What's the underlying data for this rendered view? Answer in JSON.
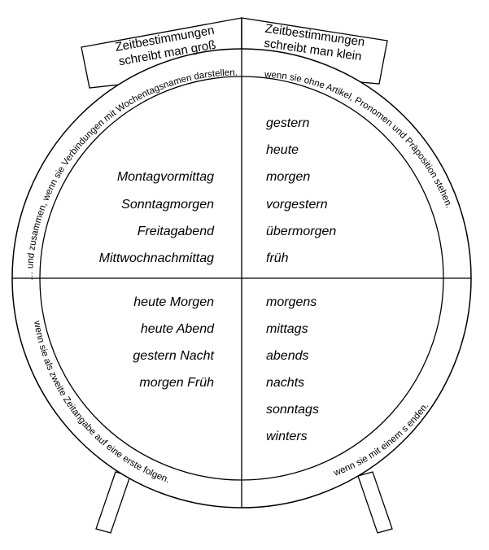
{
  "headers": {
    "left": [
      "Zeitbestimmungen",
      "schreibt man groß"
    ],
    "right": [
      "Zeitbestimmungen",
      "schreibt man klein"
    ]
  },
  "quadrants": {
    "top_left": {
      "rule": "… und zusammen, wenn sie Verbindungen mit Wochentagsnamen darstellen.",
      "words": [
        "Montagvormittag",
        "Sonntagmorgen",
        "Freitagabend",
        "Mittwochnachmittag"
      ]
    },
    "top_right": {
      "rule": "wenn sie ohne Artikel, Pronomen und Präposition stehen.",
      "words": [
        "gestern",
        "heute",
        "morgen",
        "vorgestern",
        "übermorgen",
        "früh"
      ]
    },
    "bottom_left": {
      "rule": "wenn sie als zweite Zeitangabe auf eine erste folgen.",
      "words": [
        "heute Morgen",
        "heute Abend",
        "gestern Nacht",
        "morgen Früh"
      ]
    },
    "bottom_right": {
      "rule": "wenn sie mit einem s enden.",
      "words": [
        "morgens",
        "mittags",
        "abends",
        "nachts",
        "sonntags",
        "winters"
      ]
    }
  }
}
